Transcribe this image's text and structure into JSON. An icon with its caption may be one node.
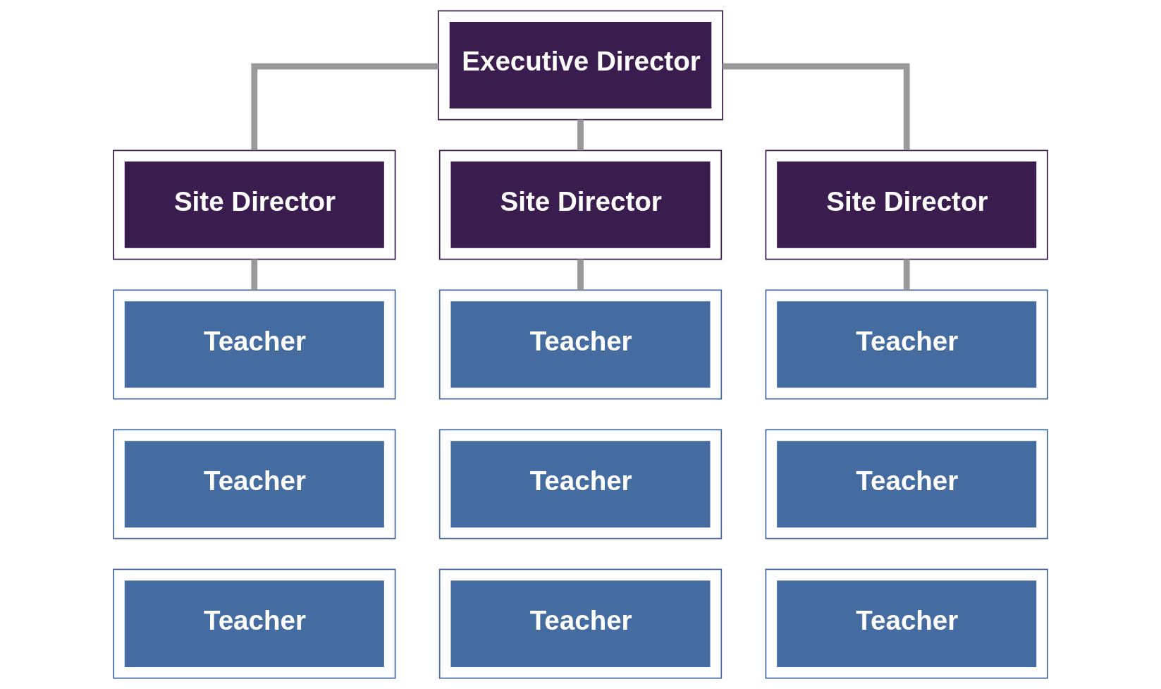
{
  "diagram": {
    "nodes": [
      {
        "text": [
          "Executive Director"
        ]
      },
      {
        "text": [
          "Site Director"
        ]
      },
      {
        "text": [
          "Site Director"
        ]
      },
      {
        "text": [
          "Site Director"
        ]
      },
      {
        "text": [
          "Teacher"
        ]
      },
      {
        "text": [
          "Teacher"
        ]
      },
      {
        "text": [
          "Teacher"
        ]
      },
      {
        "text": [
          "Teacher"
        ]
      },
      {
        "text": [
          "Teacher"
        ]
      },
      {
        "text": [
          "Teacher"
        ]
      },
      {
        "text": [
          "Teacher"
        ]
      },
      {
        "text": [
          "Teacher"
        ]
      },
      {
        "text": [
          "Teacher"
        ]
      }
    ],
    "edges": [
      {
        "from": 0,
        "to": 1,
        "arrow": "none"
      },
      {
        "from": 0,
        "to": 2,
        "arrow": "none"
      },
      {
        "from": 0,
        "to": 3,
        "arrow": "none"
      },
      {
        "from": 1,
        "to": 4,
        "arrow": "none"
      },
      {
        "from": 2,
        "to": 5,
        "arrow": "none"
      },
      {
        "from": 3,
        "to": 6,
        "arrow": "none"
      }
    ]
  }
}
